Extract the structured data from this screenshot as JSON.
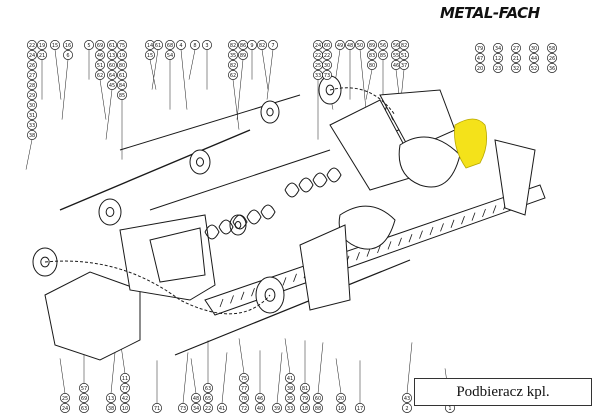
{
  "brand": "METAL-FACH",
  "caption": "Podbieracz kpl.",
  "colors": {
    "line": "#1a1a1a",
    "highlight": "#f4e21a",
    "paper": "#ffffff"
  },
  "callouts": {
    "topRow": [
      [
        "22",
        "24",
        "26",
        "27",
        "28",
        "29",
        "30",
        "31",
        "33",
        "38"
      ],
      [
        "19",
        "21"
      ],
      [
        "15"
      ],
      [
        "16",
        "6"
      ],
      [
        "5"
      ],
      [
        "69",
        "46",
        "51",
        "62"
      ],
      [
        "61",
        "13",
        "60",
        "64",
        "45"
      ],
      [
        "75",
        "19",
        "80",
        "61",
        "84",
        "85"
      ],
      [
        "14",
        "15"
      ],
      [
        "61"
      ],
      [
        "68",
        "54"
      ],
      [
        "4"
      ],
      [
        "8"
      ],
      [
        "3"
      ],
      [
        "82",
        "35",
        "82",
        "62"
      ],
      [
        "86",
        "89"
      ],
      [
        "9"
      ],
      [
        "82"
      ],
      [
        "7"
      ],
      [
        "24",
        "22",
        "25",
        "33"
      ],
      [
        "60",
        "22",
        "30",
        "73"
      ],
      [
        "49"
      ],
      [
        "48"
      ],
      [
        "50"
      ],
      [
        "89",
        "83",
        "80"
      ],
      [
        "56",
        "85"
      ],
      [
        "56",
        "55",
        "46"
      ],
      [
        "82",
        "51",
        "37"
      ]
    ],
    "bottomRow": [
      [
        "25",
        "24"
      ],
      [
        "57",
        "69",
        "63"
      ],
      [
        "13",
        "38"
      ],
      [
        "11",
        "77",
        "42",
        "10"
      ],
      [
        "71"
      ],
      [
        "73"
      ],
      [
        "48",
        "34"
      ],
      [
        "63",
        "65",
        "22"
      ],
      [
        "41"
      ],
      [
        "75",
        "77",
        "78",
        "72"
      ],
      [
        "46",
        "40"
      ],
      [
        "39"
      ],
      [
        "41",
        "38",
        "35",
        "33"
      ],
      [
        "81",
        "79",
        "18"
      ],
      [
        "60",
        "88"
      ],
      [
        "20",
        "16"
      ],
      [
        "17"
      ],
      [
        "43",
        "2"
      ],
      [
        "1"
      ]
    ],
    "side": [
      "79",
      "34",
      "27",
      "30",
      "58",
      "47",
      "12",
      "21",
      "44",
      "26",
      "20",
      "23",
      "32",
      "52",
      "36"
    ]
  }
}
